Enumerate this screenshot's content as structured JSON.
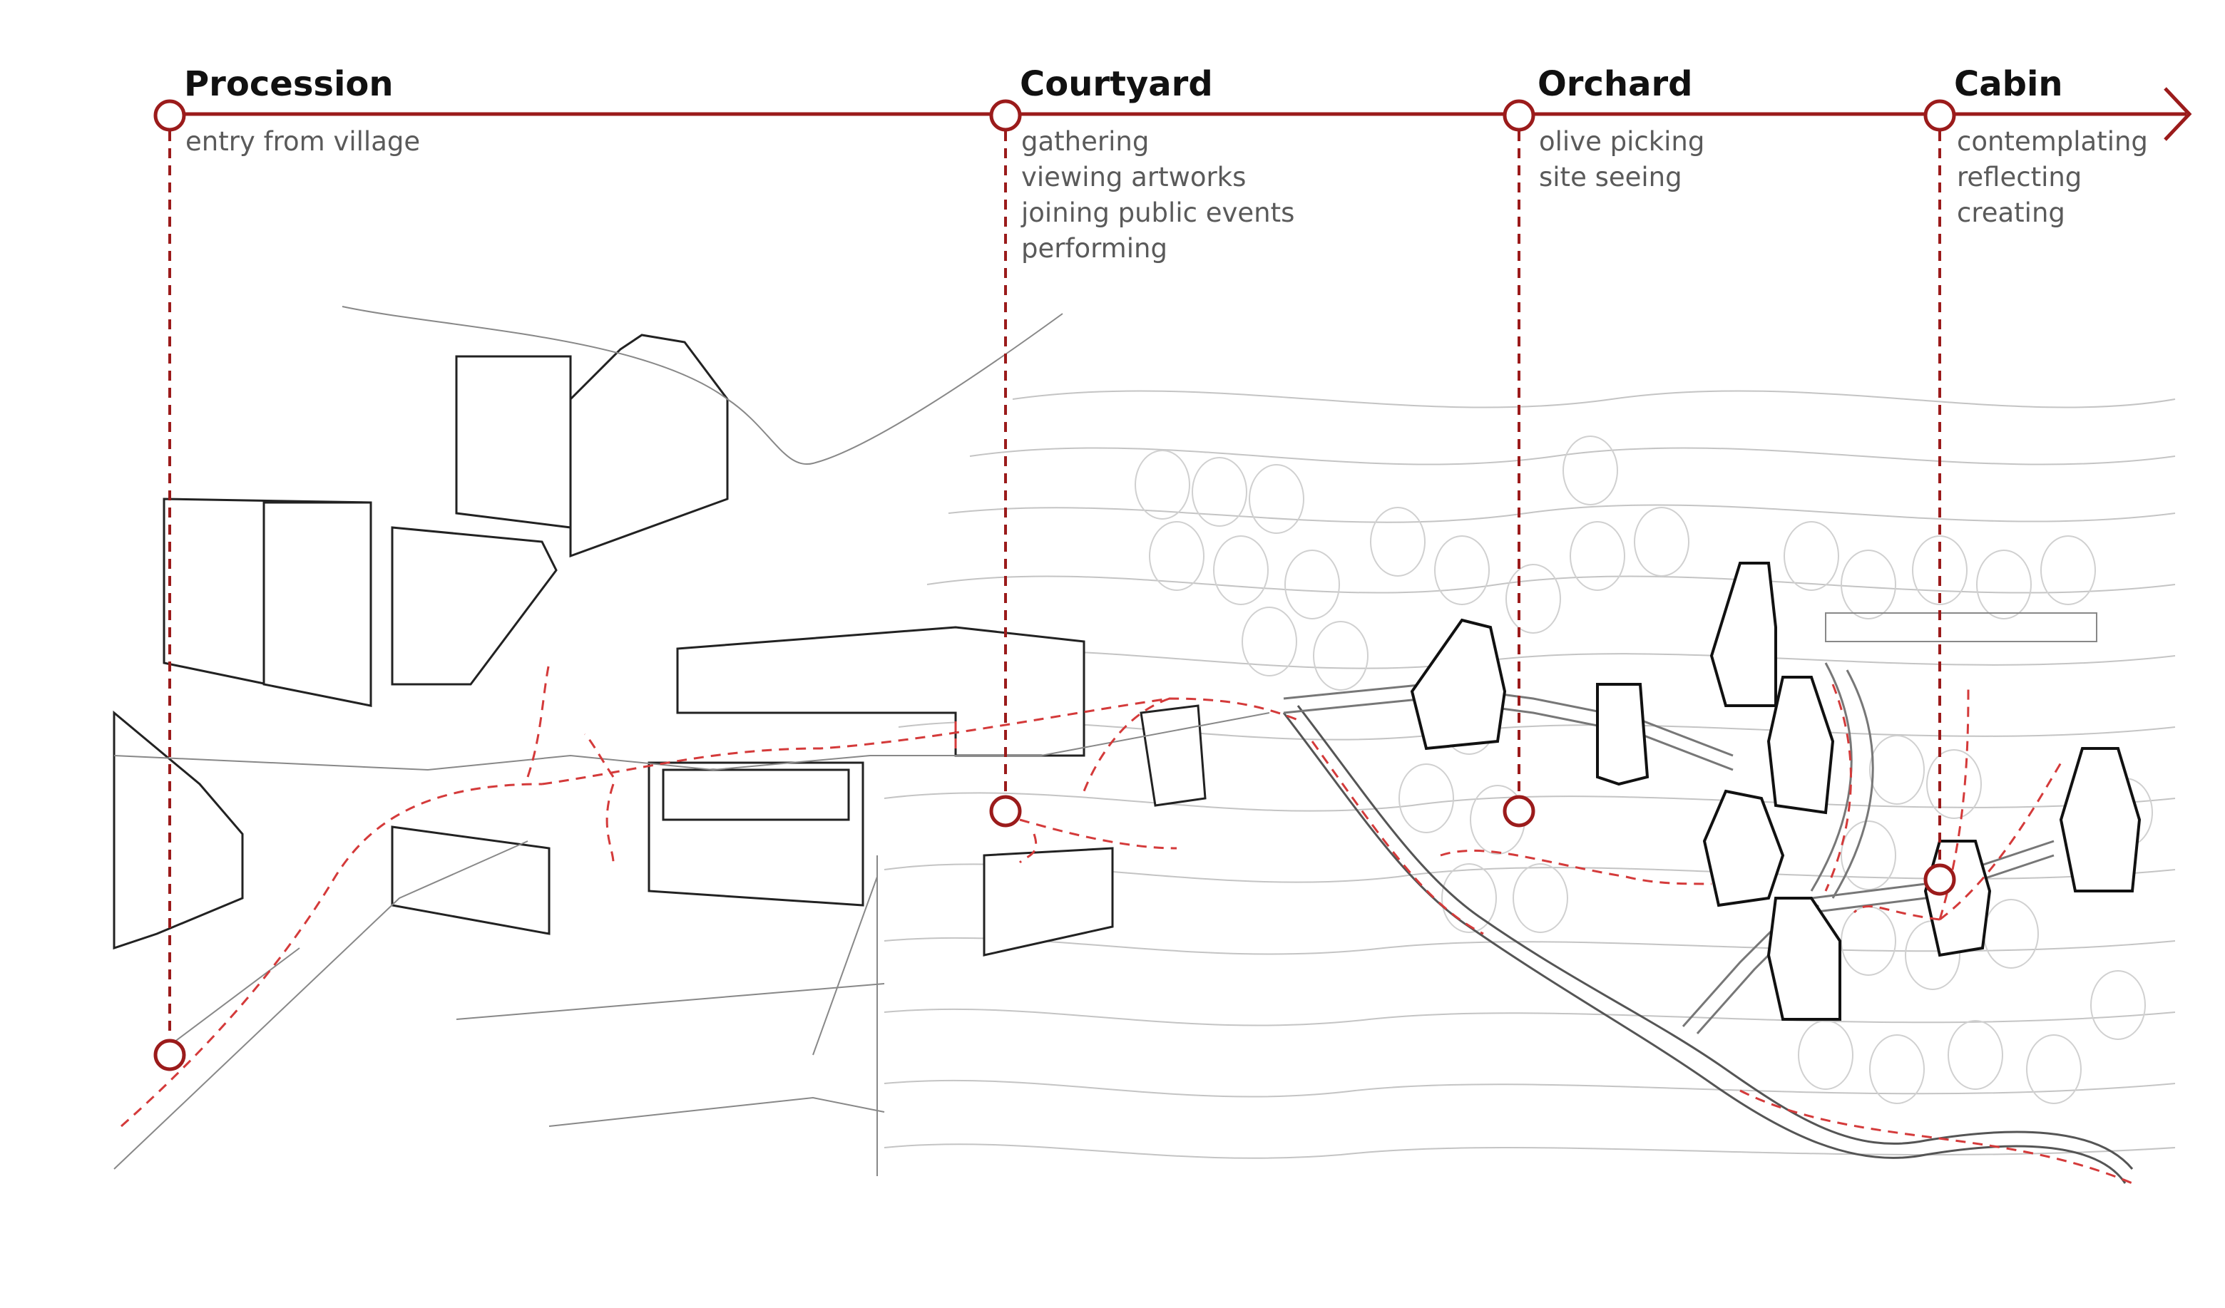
{
  "accent_color": "#9b1b1b",
  "stages": [
    {
      "title": "Procession",
      "activities": [
        "entry from village"
      ]
    },
    {
      "title": "Courtyard",
      "activities": [
        "gathering",
        "viewing artworks",
        "joining public events",
        "performing"
      ]
    },
    {
      "title": "Orchard",
      "activities": [
        "olive picking",
        "site seeing"
      ]
    },
    {
      "title": "Cabin",
      "activities": [
        "contemplating",
        "reflecting",
        "creating"
      ]
    }
  ]
}
